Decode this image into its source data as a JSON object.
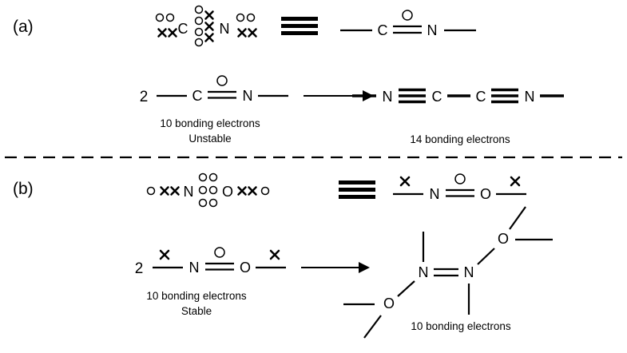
{
  "colors": {
    "ink": "#000000",
    "background": "#ffffff"
  },
  "figure": {
    "section_a": {
      "label": "(a)",
      "lewis_structure": {
        "left_atom": "C",
        "right_atom": "N"
      },
      "equivalent_structure": {
        "left_atom": "C",
        "right_atom": "N"
      },
      "reaction": {
        "coefficient": "2",
        "reactant": {
          "left_atom": "C",
          "right_atom": "N"
        },
        "product": {
          "atom_1": "N",
          "atom_2": "C",
          "atom_3": "C",
          "atom_4": "N"
        },
        "reactant_caption": {
          "line1": "10 bonding electrons",
          "line2": "Unstable"
        },
        "product_caption": "14 bonding electrons"
      }
    },
    "section_b": {
      "label": "(b)",
      "lewis_structure": {
        "left_atom": "N",
        "right_atom": "O"
      },
      "equivalent_structure": {
        "left_atom": "N",
        "right_atom": "O"
      },
      "reaction": {
        "coefficient": "2",
        "reactant": {
          "left_atom": "N",
          "right_atom": "O"
        },
        "product": {
          "atom_1": "O",
          "atom_2": "N",
          "atom_3": "N",
          "atom_4": "O"
        },
        "reactant_caption": {
          "line1": "10 bonding electrons",
          "line2": "Stable"
        },
        "product_caption": "10 bonding electrons"
      }
    }
  }
}
